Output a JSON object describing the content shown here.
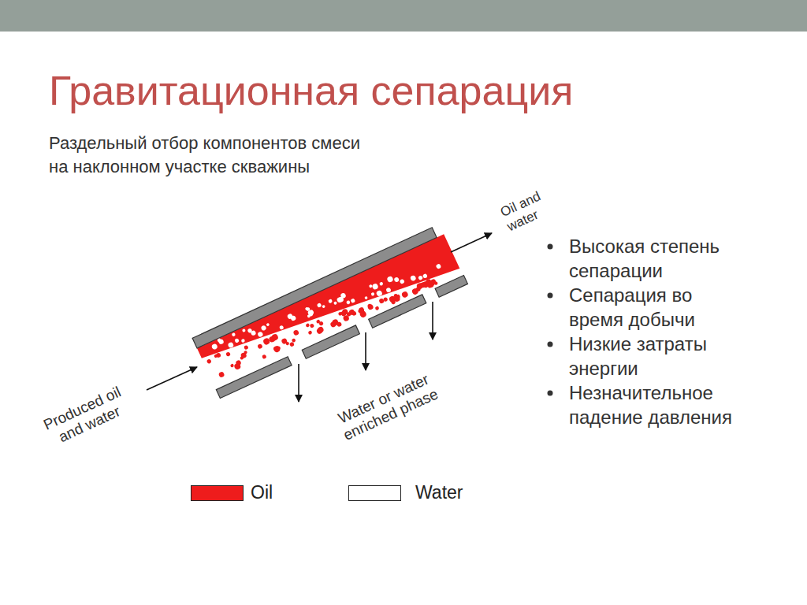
{
  "diagram": {
    "title": "Гравитационная сепарация",
    "labels": [
      "Раздельный отбор компонентов смеси на наклонном участке скважины",
      "Produced oil and water",
      "Water or water enriched phase",
      "Oil and water",
      "Высокая степень сепарации",
      "Сепарация во время добычи",
      "Низкие затраты энергии",
      "Незначительное падение давления"
    ],
    "legend": [
      {
        "text": "Oil",
        "color": "#ee1c1c"
      },
      {
        "text": "Water",
        "color": "#ffffff"
      }
    ]
  }
}
